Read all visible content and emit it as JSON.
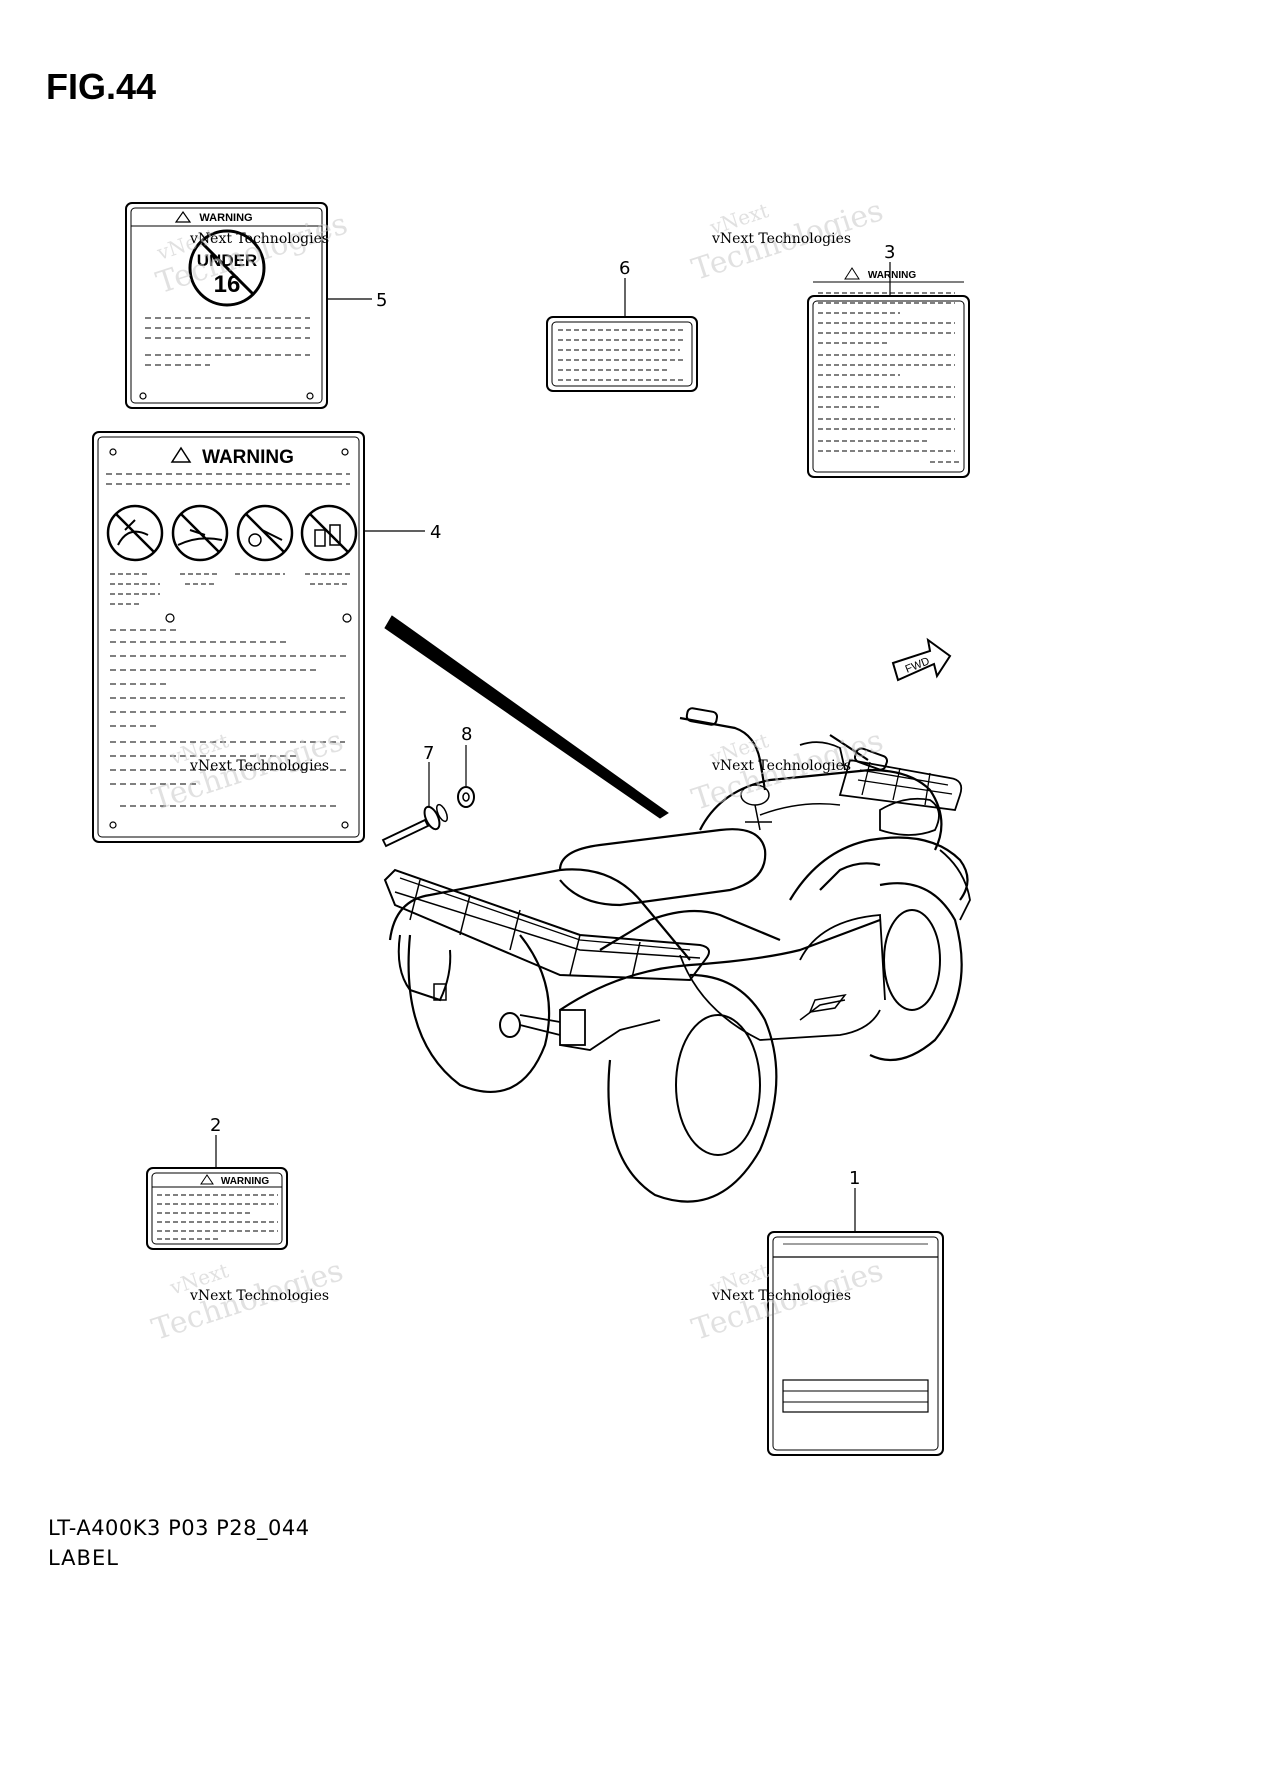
{
  "figure_title": "FIG.44",
  "model_code": "LT-A400K3 P03 P28_044",
  "caption": "LABEL",
  "watermark": {
    "line1": "vNext Technologies",
    "line2": "vNext",
    "line3": "Technologies"
  },
  "callouts": [
    "1",
    "2",
    "3",
    "4",
    "5",
    "6",
    "7",
    "8"
  ],
  "labels": {
    "warning_text": "WARNING",
    "under_text": "UNDER",
    "age_text": "16",
    "fwd_text": "FWD"
  }
}
